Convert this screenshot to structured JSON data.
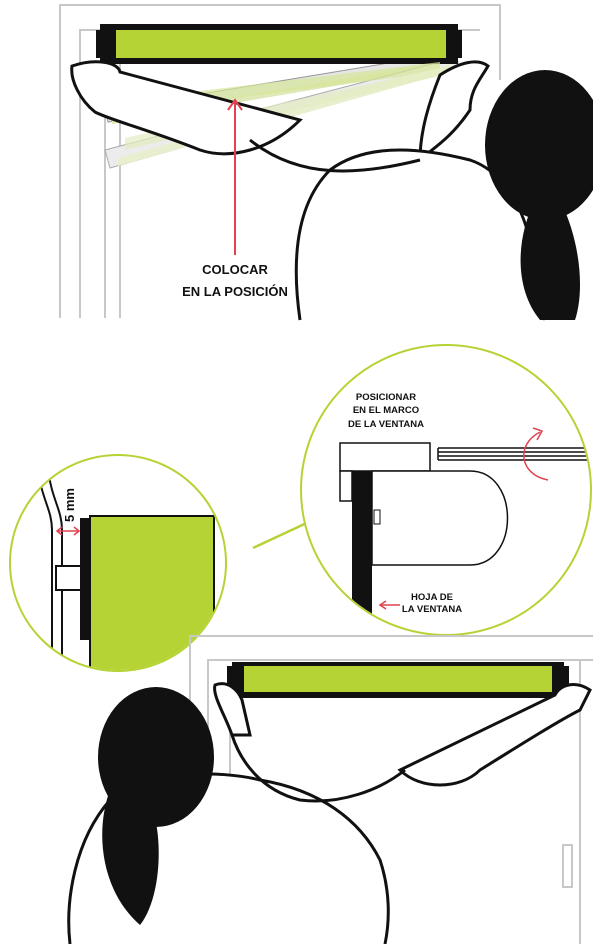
{
  "instructions": {
    "step1": {
      "label_line1": "COLOCAR",
      "label_line2": "EN LA POSICIÓN"
    },
    "detail_left": {
      "measure": "5 mm"
    },
    "detail_right": {
      "frame_line1": "POSICIONAR",
      "frame_line2": "EN EL MARCO",
      "frame_line3": "DE LA VENTANA",
      "sash_line1": "HOJA DE",
      "sash_line2": "LA VENTANA"
    }
  },
  "colors": {
    "blind_green": "#b5d334",
    "accent_red": "#e0434f",
    "ink": "#111111",
    "frame_gray": "#c8c8c8"
  }
}
